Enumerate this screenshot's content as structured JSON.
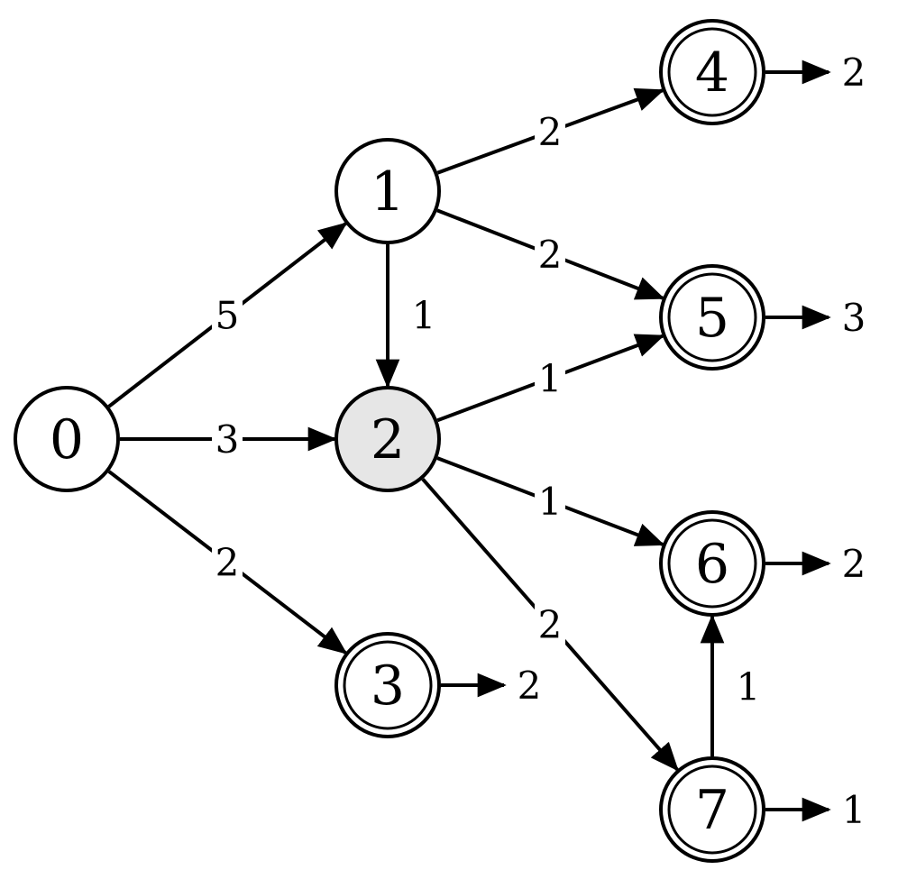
{
  "nodes": [
    {
      "id": "0",
      "label": "0",
      "accepting": false,
      "highlight": false
    },
    {
      "id": "1",
      "label": "1",
      "accepting": false,
      "highlight": false
    },
    {
      "id": "2",
      "label": "2",
      "accepting": false,
      "highlight": true
    },
    {
      "id": "3",
      "label": "3",
      "accepting": true,
      "highlight": false
    },
    {
      "id": "4",
      "label": "4",
      "accepting": true,
      "highlight": false
    },
    {
      "id": "5",
      "label": "5",
      "accepting": true,
      "highlight": false
    },
    {
      "id": "6",
      "label": "6",
      "accepting": true,
      "highlight": false
    },
    {
      "id": "7",
      "label": "7",
      "accepting": true,
      "highlight": false
    }
  ],
  "edges": [
    {
      "from": "0",
      "to": "1",
      "label": "5"
    },
    {
      "from": "0",
      "to": "2",
      "label": "3"
    },
    {
      "from": "0",
      "to": "3",
      "label": "2"
    },
    {
      "from": "1",
      "to": "2",
      "label": "1"
    },
    {
      "from": "1",
      "to": "4",
      "label": "2"
    },
    {
      "from": "1",
      "to": "5",
      "label": "2"
    },
    {
      "from": "2",
      "to": "5",
      "label": "1"
    },
    {
      "from": "2",
      "to": "6",
      "label": "1"
    },
    {
      "from": "2",
      "to": "7",
      "label": "2"
    },
    {
      "from": "7",
      "to": "6",
      "label": "1"
    }
  ],
  "outputs": [
    {
      "node": "3",
      "label": "2"
    },
    {
      "node": "4",
      "label": "2"
    },
    {
      "node": "5",
      "label": "3"
    },
    {
      "node": "6",
      "label": "2"
    },
    {
      "node": "7",
      "label": "1"
    }
  ],
  "colors": {
    "stroke": "#000000",
    "node_fill": "#ffffff",
    "highlight_fill": "#e6e6e6"
  }
}
